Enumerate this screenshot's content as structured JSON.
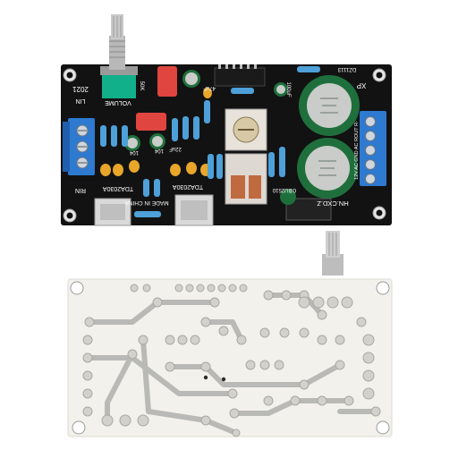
{
  "photo": {
    "top_board": {
      "labels": {
        "lin": "LIN",
        "rin": "RIN",
        "year": "2021",
        "volume": "VOLUME",
        "pot_value": "50K",
        "amp_left": "TDA2030A",
        "amp_right": "TDA2030A",
        "made_in_china": "MADE IN CHINA",
        "bridge": "GBU2510",
        "maker": "HN.CXD.Z",
        "xp": "XP",
        "cap_a": "104",
        "cap_b": "104",
        "cap_c": "22uF",
        "cap_d": "47uF",
        "cap_e": "100uF",
        "terminal": "12V AC GND AC ROUT R-",
        "part_code": "DZ1113"
      }
    },
    "colors": {
      "pcb_black": "#121212",
      "pcb_back": "#f2f1ec",
      "trace_gray": "#b9b9b6",
      "terminal_blue": "#2e7ad0",
      "pot_green": "#12b08a",
      "cap_red": "#e0453f",
      "cap_green": "#1f6f3c",
      "cap_yellow": "#e8a62a",
      "resistor_blue": "#4ea0d8"
    }
  }
}
